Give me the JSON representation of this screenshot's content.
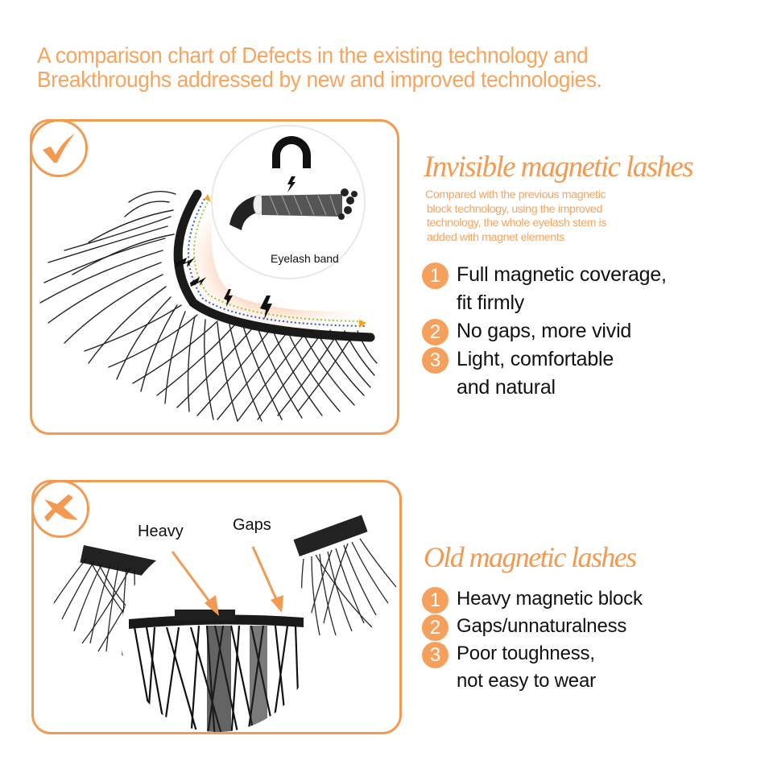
{
  "header": {
    "title_lines": [
      "A comparison chart of Defects in the existing technology and",
      "Breakthroughs addressed by new and improved technologies."
    ]
  },
  "colors": {
    "accent_orange": "#f39a52",
    "title_orange": "#f6a45e",
    "text_dark": "#111111"
  },
  "new_section": {
    "badge_icon": "checkmark-icon",
    "image": {
      "magnet_icon": "horseshoe-magnet-icon",
      "lightning_icon": "lightning-bolt-icon",
      "zoom_label": "Eyelash band"
    },
    "heading": "Invisible magnetic lashes",
    "description_lines": [
      "Compared with the previous magnetic",
      "block technology, using the improved",
      "technology, the whole eyelash stem is",
      "added with magnet elements"
    ],
    "features": [
      {
        "number": "1",
        "lines": [
          "Full magnetic coverage,",
          "fit firmly"
        ]
      },
      {
        "number": "2",
        "lines": [
          "No gaps, more vivid"
        ]
      },
      {
        "number": "3",
        "lines": [
          "Light, comfortable",
          "and natural"
        ]
      }
    ]
  },
  "old_section": {
    "badge_icon": "x-mark-icon",
    "image": {
      "callouts": [
        "Heavy",
        "Gaps"
      ]
    },
    "heading": "Old magnetic lashes",
    "features": [
      {
        "number": "1",
        "lines": [
          "Heavy magnetic block"
        ]
      },
      {
        "number": "2",
        "lines": [
          "Gaps/unnaturalness"
        ]
      },
      {
        "number": "3",
        "lines": [
          "Poor toughness,",
          "not easy to wear"
        ]
      }
    ]
  }
}
